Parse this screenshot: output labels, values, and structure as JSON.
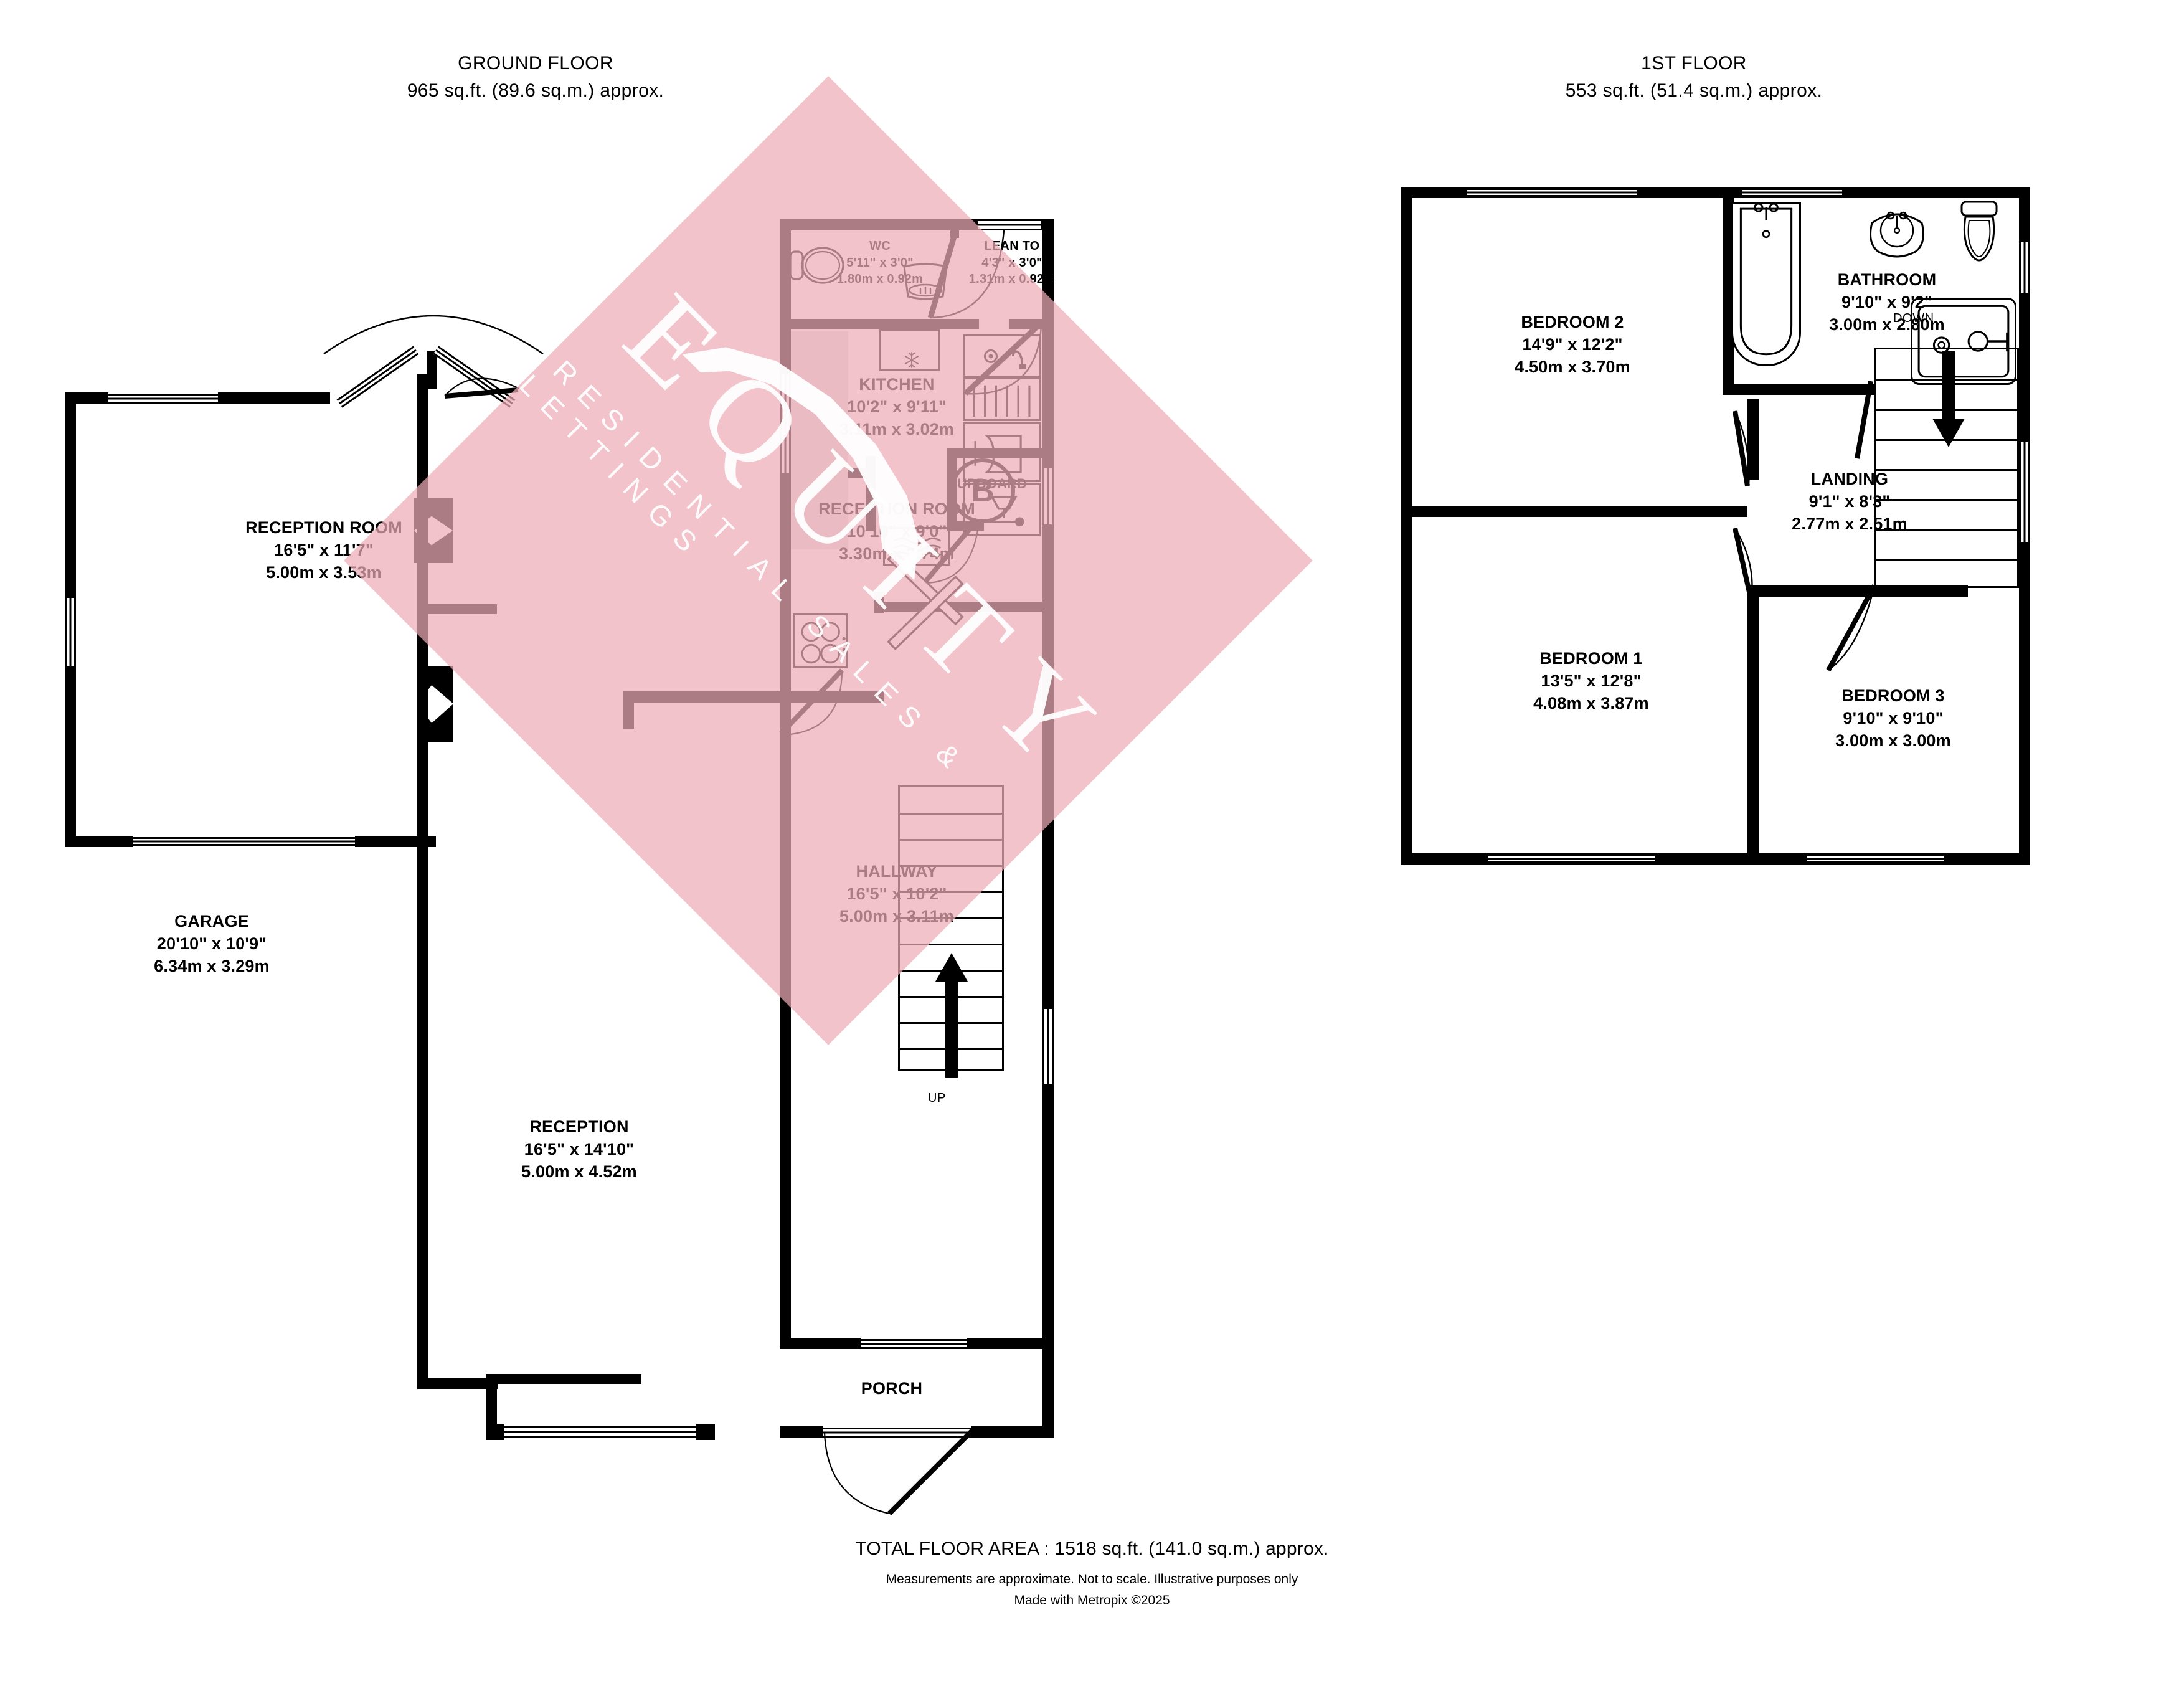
{
  "ground": {
    "title": "GROUND FLOOR",
    "area": "965 sq.ft. (89.6 sq.m.) approx.",
    "rooms": [
      {
        "name": "WC",
        "imperial": "5'11\"  x 3'0\"",
        "metric": "1.80m  x 0.92m"
      },
      {
        "name": "LEAN TO",
        "imperial": "4'3\"  x 3'0\"",
        "metric": "1.31m  x 0.92m"
      },
      {
        "name": "KITCHEN",
        "imperial": "10'2\"  x 9'11\"",
        "metric": "3.11m  x 3.02m"
      },
      {
        "name": "RECEPTION ROOM",
        "imperial": "16'5\"  x 11'7\"",
        "metric": "5.00m  x 3.53m"
      },
      {
        "name": "RECEPTION ROOM",
        "imperial": "10'10\"  x 9'0\"",
        "metric": "3.30m  x 2.74m"
      },
      {
        "name": "HALLWAY",
        "imperial": "16'5\"  x 10'2\"",
        "metric": "5.00m  x 3.11m"
      },
      {
        "name": "GARAGE",
        "imperial": "20'10\"  x 10'9\"",
        "metric": "6.34m  x 3.29m"
      },
      {
        "name": "RECEPTION",
        "imperial": "16'5\"  x 14'10\"",
        "metric": "5.00m  x 4.52m"
      }
    ],
    "cupboard_label": "CUPBOARD",
    "boiler_label": "B",
    "porch_label": "PORCH",
    "stair_direction": "UP"
  },
  "first": {
    "title": "1ST FLOOR",
    "area": "553 sq.ft. (51.4 sq.m.) approx.",
    "rooms": [
      {
        "name": "BEDROOM 2",
        "imperial": "14'9\"  x 12'2\"",
        "metric": "4.50m  x 3.70m"
      },
      {
        "name": "BATHROOM",
        "imperial": "9'10\"  x 9'2\"",
        "metric": "3.00m  x 2.80m"
      },
      {
        "name": "LANDING",
        "imperial": "9'1\"  x 8'3\"",
        "metric": "2.77m  x 2.51m"
      },
      {
        "name": "BEDROOM 1",
        "imperial": "13'5\"  x 12'8\"",
        "metric": "4.08m  x 3.87m"
      },
      {
        "name": "BEDROOM 3",
        "imperial": "9'10\"  x 9'10\"",
        "metric": "3.00m  x 3.00m"
      }
    ],
    "stair_direction": "DOWN"
  },
  "footer": {
    "total": "TOTAL FLOOR AREA : 1518 sq.ft. (141.0 sq.m.) approx.",
    "note1": "Measurements are approximate.  Not to scale.  Illustrative purposes only",
    "note2": "Made with Metropix ©2025"
  },
  "watermark": {
    "title": "EQUITY",
    "subtitle": "RESIDENTIAL SALES & LETTINGS",
    "band_color": "#eeacb9"
  },
  "colors": {
    "wall": "#000000",
    "paper": "#ffffff",
    "watermark_pink": "#eeacb9",
    "appliance_grey": "#e3e3e3"
  }
}
